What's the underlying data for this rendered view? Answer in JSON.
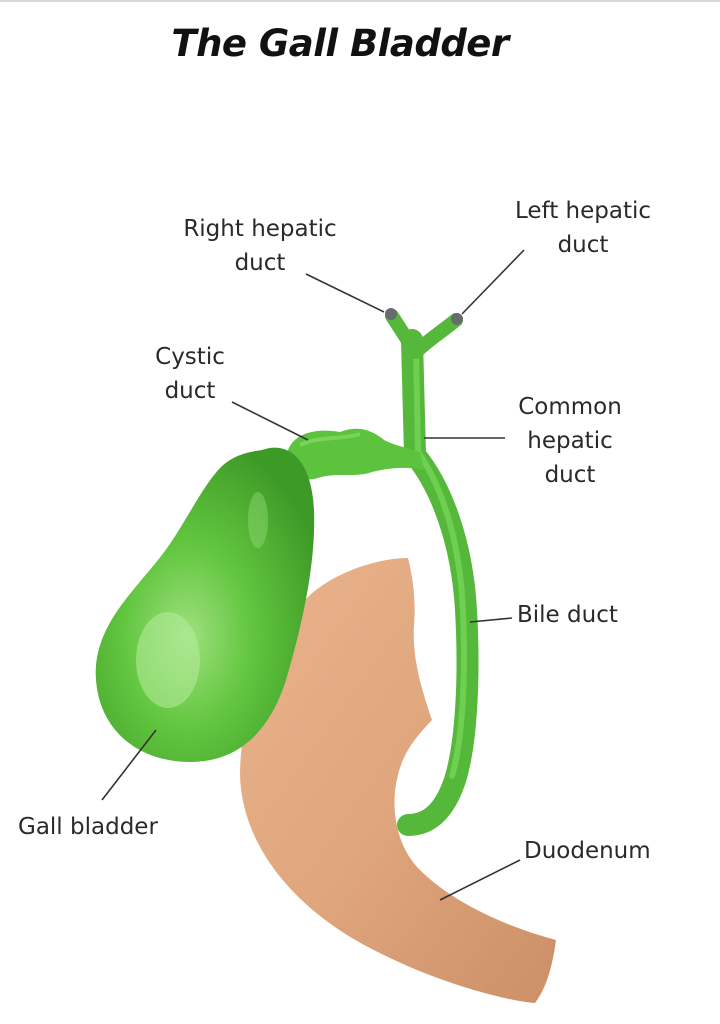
{
  "title": "The Gall Bladder",
  "labels": {
    "right_hepatic_duct": [
      "Right hepatic",
      "duct"
    ],
    "left_hepatic_duct": [
      "Left hepatic",
      "duct"
    ],
    "cystic_duct": [
      "Cystic",
      "duct"
    ],
    "common_hepatic_duct": [
      "Common",
      "hepatic",
      "duct"
    ],
    "bile_duct": [
      "Bile duct"
    ],
    "gall_bladder": [
      "Gall bladder"
    ],
    "duodenum": [
      "Duodenum"
    ]
  },
  "colors": {
    "gall_bladder": "#5cc33e",
    "duct": "#55b83a",
    "duodenum": "#e0a77f",
    "leader_line": "#333333"
  }
}
